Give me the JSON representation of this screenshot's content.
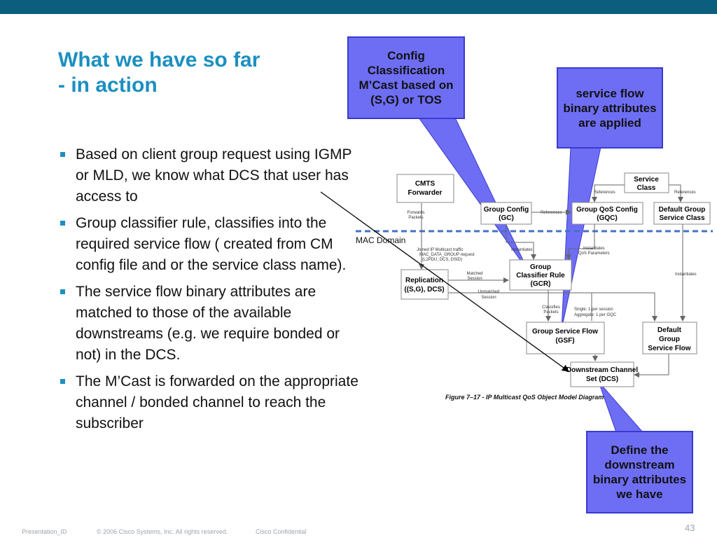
{
  "slide": {
    "title_line1": "What we have so far",
    "title_line2": "- in action",
    "bullets": [
      "Based on client group request using IGMP or MLD, we know what DCS that user has access to",
      "Group classifier rule, classifies into the required service flow ( created from CM config file and or the service class name).",
      "The service flow binary attributes are matched to those of the available downstreams (e.g. we require bonded or not) in the DCS.",
      "The M’Cast is forwarded on the appropriate channel / bonded channel to reach the subscriber"
    ],
    "footer": {
      "presentation_id": "Presentation_ID",
      "copyright": "© 2006 Cisco Systems, Inc. All rights reserved.",
      "confidential": "Cisco Confidential",
      "page_number": "43"
    }
  },
  "callouts": {
    "config": "Config Classification M’Cast based on (S,G) or TOS",
    "service_flow": "service flow binary attributes are applied",
    "downstream": "Define the downstream binary attributes we have"
  },
  "diagram": {
    "cmts_forwarder": [
      "CMTS",
      "Forwarder"
    ],
    "service_class": [
      "Service",
      "Class"
    ],
    "group_config": [
      "Group Config",
      "(GC)"
    ],
    "group_qos_config": [
      "Group QoS Config",
      "(GQC)"
    ],
    "default_group_service_class": [
      "Default Group",
      "Service Class"
    ],
    "replication": [
      "Replication",
      "((S,G), DCS)"
    ],
    "group_classifier_rule": [
      "Group",
      "Classifier Rule",
      "(GCR)"
    ],
    "group_service_flow": [
      "Group Service Flow",
      "(GSF)"
    ],
    "default_group_service_flow": [
      "Default",
      "Group",
      "Service Flow"
    ],
    "downstream_channel_set": [
      "Downstream Channel",
      "Set (DCS)"
    ],
    "mac_domain": "MAC Domain",
    "caption": "Figure 7–17 - IP Multicast QoS Object Model Diagram",
    "labels": {
      "references_1": "References",
      "references_2": "References",
      "references_3": "References",
      "forwards_packets": [
        "Forwards",
        "Packets"
      ],
      "joined": [
        "Joined IP Multicast traffic",
        "MAC_DATA_GROUP request",
        "(L2PDU, DCS, DSID)"
      ],
      "instantiates_1": "Instantiates",
      "instantiates_qos": [
        "Instantiates",
        "QoS Parameters"
      ],
      "instantiates_2": "Instantiates",
      "matched_session": [
        "Matched",
        "Session"
      ],
      "unmatched_session": [
        "Unmatched",
        "Session"
      ],
      "classifies_packets": [
        "Classifies",
        "Packets"
      ],
      "session_note": [
        "Single: 1 per session",
        "Aggregate: 1 per GQC"
      ]
    }
  },
  "colors": {
    "topbar": "#0b5e7e",
    "title": "#1b8fc1",
    "callout_fill": "#6e6ef5",
    "dashed_line": "#4472c4"
  }
}
